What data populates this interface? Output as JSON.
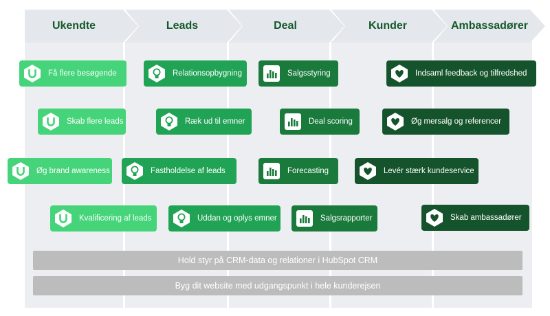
{
  "stages": [
    {
      "label": "Ukendte"
    },
    {
      "label": "Leads"
    },
    {
      "label": "Deal"
    },
    {
      "label": "Kunder"
    },
    {
      "label": "Ambassadører"
    }
  ],
  "cards": {
    "ukendte": [
      {
        "label": "Få flere besøgende",
        "icon": "magnet-icon"
      },
      {
        "label": "Skab flere leads",
        "icon": "magnet-icon"
      },
      {
        "label": "Øg brand awareness",
        "icon": "magnet-icon"
      },
      {
        "label": "Kvalificering af leads",
        "icon": "magnet-icon"
      }
    ],
    "leads": [
      {
        "label": "Relationsopbygning",
        "icon": "lightbulb-icon"
      },
      {
        "label": "Ræk ud til emner",
        "icon": "lightbulb-icon"
      },
      {
        "label": "Fastholdelse af leads",
        "icon": "lightbulb-icon"
      },
      {
        "label": "Uddan og oplys emner",
        "icon": "lightbulb-icon"
      }
    ],
    "deal": [
      {
        "label": "Salgsstyring",
        "icon": "bar-chart-icon"
      },
      {
        "label": "Deal scoring",
        "icon": "bar-chart-icon"
      },
      {
        "label": "Forecasting",
        "icon": "bar-chart-icon"
      },
      {
        "label": "Salgsrapporter",
        "icon": "bar-chart-icon"
      }
    ],
    "kunder": [
      {
        "label": "Indsaml feedback og tilfredshed",
        "icon": "heart-icon"
      },
      {
        "label": "Øg mersalg og referencer",
        "icon": "heart-icon"
      },
      {
        "label": "Levér stærk kundeservice",
        "icon": "heart-icon"
      },
      {
        "label": "Skab ambassadører",
        "icon": "heart-icon"
      }
    ]
  },
  "bars": {
    "crm": "Hold styr på CRM-data og relationer i HubSpot CRM",
    "website": "Byg dit website med udgangspunkt i hele kunderejsen"
  },
  "colors": {
    "stage_fill": "#e4e7ec",
    "column_fill": "#eceef1",
    "stage_text": "#14592c",
    "ukendte_card": "#45d47a",
    "leads_card": "#21a355",
    "deal_card": "#1a7a3c",
    "kunder_card": "#15532c",
    "bar_fill": "#bcbcbc"
  }
}
